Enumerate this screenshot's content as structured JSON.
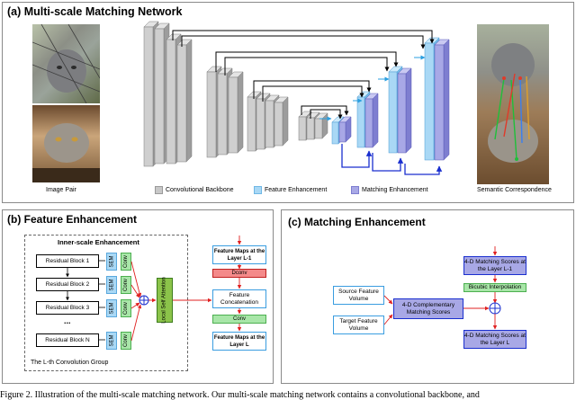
{
  "panel_a": {
    "title": "(a) Multi-scale Matching Network",
    "image_pair_label": "Image Pair",
    "semantic_label": "Semantic Correspondence",
    "legend": [
      {
        "label": "Convolutional Backbone",
        "color": "#c8c8c8"
      },
      {
        "label": "Feature Enhancement",
        "color": "#a9d8f5"
      },
      {
        "label": "Matching Enhancement",
        "color": "#a8a8e6"
      }
    ]
  },
  "panel_b": {
    "title": "(b) Feature Enhancement",
    "inner_title": "Inner-scale Enhancement",
    "group_label": "The L-th Convolution Group",
    "residual_blocks": [
      "Residual Block  1",
      "Residual Block  2",
      "Residual Block  3",
      "Residual Block  N"
    ],
    "dots": "...",
    "sem": "SEM",
    "conv": "Conv",
    "local_attention": "Local Self Attention",
    "feature_maps_in": "Feature Maps at the Layer L-1",
    "dconv": "Dconv",
    "concatenation": "Feature Concatenation",
    "conv_after": "Conv",
    "feature_maps_out": "Feature Maps at the Layer L"
  },
  "panel_c": {
    "title": "(c) Matching Enhancement",
    "source": "Source Feature Volume",
    "target": "Target Feature Volume",
    "complementary": "4-D Complementary Matching Scores",
    "scores_in": "4-D Matching Scores at the Layer L-1",
    "bicubic": "Bicubic Interpolation",
    "scores_out": "4-D Matching Scores at the Layer L"
  },
  "caption": "Figure 2. Illustration of the multi-scale matching network.  Our multi-scale matching network contains a convolutional backbone, and"
}
